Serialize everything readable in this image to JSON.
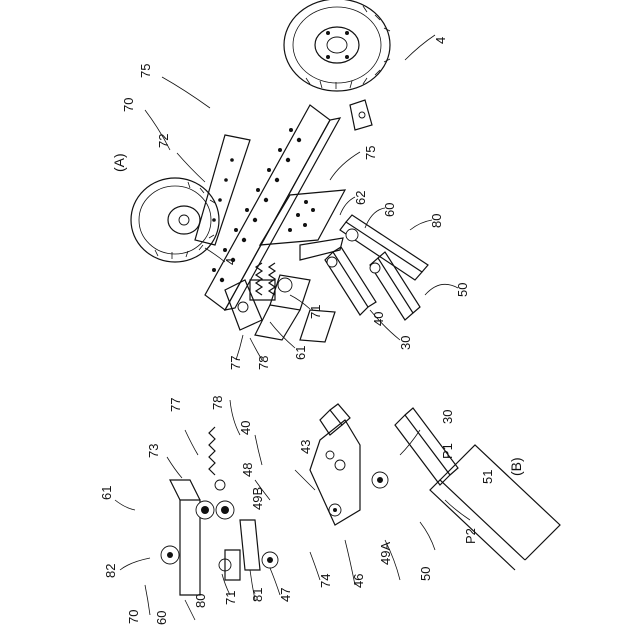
{
  "figure_a": {
    "caption": "(A)",
    "labels": {
      "l30": "30",
      "l40": "40",
      "l50": "50",
      "l80": "80",
      "l60": "60",
      "l62": "62",
      "l70": "70",
      "l71": "71",
      "l61": "61",
      "l78": "78",
      "l77": "77",
      "l72": "72",
      "l75": "75",
      "l4a": "4",
      "l4b": "4"
    }
  },
  "figure_b": {
    "caption": "(B)",
    "labels": {
      "p1": "P1",
      "p2": "P2",
      "l51": "51",
      "l50": "50",
      "l49a": "49A",
      "l46": "46",
      "l74": "74",
      "l47": "47",
      "l81": "81",
      "l71": "71",
      "l80": "80",
      "l60": "60",
      "l70": "70",
      "l82": "82",
      "l61": "61",
      "l73": "73",
      "l77": "77",
      "l78": "78",
      "l40": "40",
      "l48": "48",
      "l49b": "49B",
      "l43": "43",
      "l30": "30"
    }
  }
}
